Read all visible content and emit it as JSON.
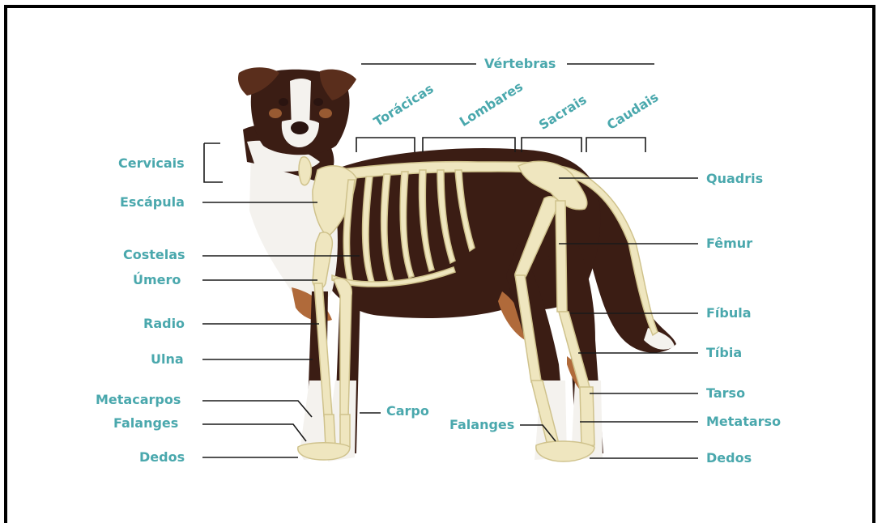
{
  "colors": {
    "label": "#4aa8ad",
    "line": "#1a1a1a",
    "bone": "#efe6bf",
    "bone_shadow": "#cfc28c",
    "coat_dark": "#3b1d14",
    "coat_white": "#f4f2ee",
    "coat_tan": "#b06a3a"
  },
  "header": {
    "vertebrae": "Vértebras"
  },
  "vertebra_groups": {
    "thoracic": "Torácicas",
    "lumbar": "Lombares",
    "sacral": "Sacrais",
    "caudal": "Caudais"
  },
  "left_labels": {
    "cervical": "Cervicais",
    "scapula": "Escápula",
    "ribs": "Costelas",
    "humerus": "Úmero",
    "radius": "Radio",
    "ulna": "Ulna",
    "metacarpals": "Metacarpos",
    "phalanges": "Falanges",
    "digits": "Dedos"
  },
  "center_labels": {
    "carpus": "Carpo",
    "hind_phalanges": "Falanges"
  },
  "right_labels": {
    "hips": "Quadris",
    "femur": "Fêmur",
    "fibula": "Fíbula",
    "tibia": "Tíbia",
    "tarsus": "Tarso",
    "metatarsus": "Metatarso",
    "digits": "Dedos"
  }
}
